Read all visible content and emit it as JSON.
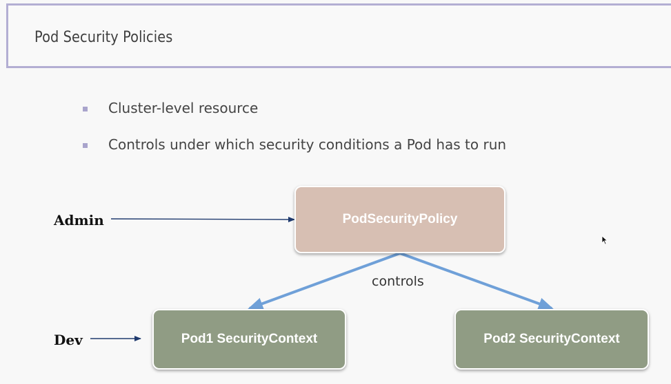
{
  "header": {
    "title": "Pod Security Policies"
  },
  "bullets": [
    "Cluster-level resource",
    "Controls under which security conditions a Pod has to run"
  ],
  "diagram": {
    "roles": {
      "admin": "Admin",
      "dev": "Dev"
    },
    "nodes": {
      "policy": "PodSecurityPolicy",
      "pod1": "Pod1 SecurityContext",
      "pod2": "Pod2 SecurityContext"
    },
    "edge_label": "controls",
    "colors": {
      "policy_fill": "#d7bfb3",
      "pod_fill": "#909c84",
      "controls_arrow": "#6fa0d8",
      "role_arrow": "#1f3a6e",
      "title_border": "#b3aed3",
      "bullet_marker": "#a9a4cc"
    }
  }
}
